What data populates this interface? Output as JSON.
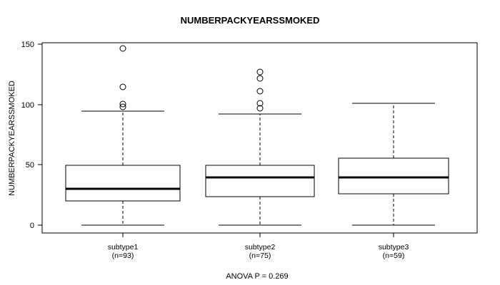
{
  "chart_data": {
    "type": "boxplot",
    "title": "NUMBERPACKYEARSSMOKED",
    "xlabel": "",
    "ylabel": "NUMBERPACKYEARSSMOKED",
    "caption": "ANOVA P = 0.269",
    "ylim": [
      0,
      150
    ],
    "yticks": [
      0,
      50,
      100,
      150
    ],
    "ytick_labels": [
      "0",
      "50",
      "100",
      "150"
    ],
    "grid": false,
    "legend": "none",
    "categories": [
      "subtype1",
      "subtype2",
      "subtype3"
    ],
    "category_labels": [
      "subtype1",
      "subtype2",
      "subtype3"
    ],
    "category_sublabels": [
      "(n=93)",
      "(n=75)",
      "(n=59)"
    ],
    "counts": [
      93,
      75,
      59
    ],
    "boxes": [
      {
        "name": "subtype1",
        "n": 93,
        "whisker_low": 0,
        "q1": 20,
        "median": 30,
        "q3": 50,
        "whisker_high": 95,
        "outliers": [
          147,
          115,
          100,
          98
        ]
      },
      {
        "name": "subtype2",
        "n": 75,
        "whisker_low": 0,
        "q1": 23,
        "median": 40,
        "q3": 50,
        "whisker_high": 90,
        "outliers": [
          130,
          125,
          115,
          100,
          96
        ]
      },
      {
        "name": "subtype3",
        "n": 59,
        "whisker_low": 0,
        "q1": 25,
        "median": 40,
        "q3": 55,
        "whisker_high": 100,
        "outliers": []
      }
    ],
    "colors": {
      "line": "#000000",
      "box_fill": "#ffffff",
      "background": "#ffffff",
      "frame": "#000000"
    }
  }
}
